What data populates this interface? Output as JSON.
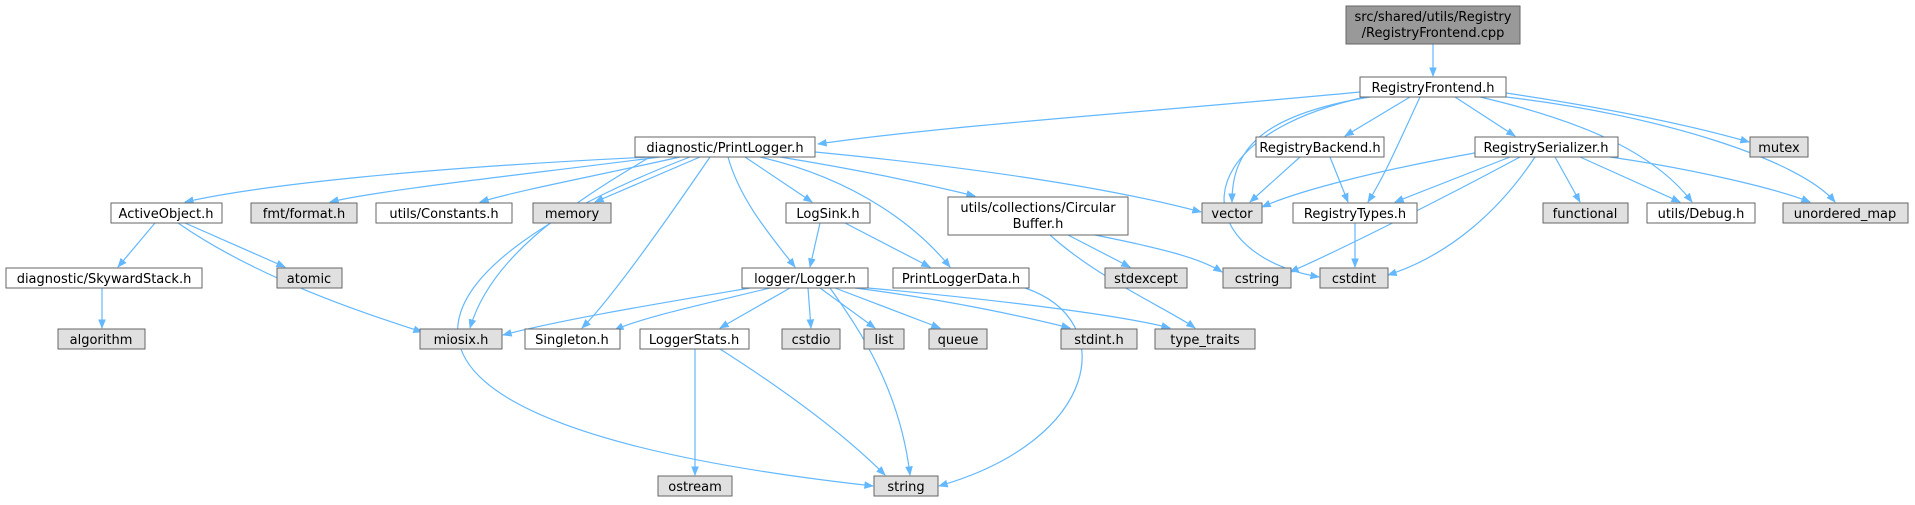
{
  "colors": {
    "root_fill": "#999999",
    "header_fill": "#ffffff",
    "system_fill": "#e0e0e0",
    "border": "#666666",
    "edge": "#63b8ff"
  },
  "nodes": {
    "root": {
      "line1": "src/shared/utils/Registry",
      "line2": "/RegistryFrontend.cpp"
    },
    "registry_frontend": "RegistryFrontend.h",
    "print_logger": "diagnostic/PrintLogger.h",
    "registry_backend": "RegistryBackend.h",
    "registry_serializer": "RegistrySerializer.h",
    "mutex": "mutex",
    "active_object": "ActiveObject.h",
    "fmt_format": "fmt/format.h",
    "utils_constants": "utils/Constants.h",
    "memory": "memory",
    "logsink": "LogSink.h",
    "circular_buffer": {
      "line1": "utils/collections/Circular",
      "line2": "Buffer.h"
    },
    "vector": "vector",
    "registry_types": "RegistryTypes.h",
    "functional": "functional",
    "utils_debug": "utils/Debug.h",
    "unordered_map": "unordered_map",
    "skyward_stack": "diagnostic/SkywardStack.h",
    "atomic": "atomic",
    "logger": "logger/Logger.h",
    "print_logger_data": "PrintLoggerData.h",
    "stdexcept": "stdexcept",
    "cstring": "cstring",
    "cstdint": "cstdint",
    "algorithm": "algorithm",
    "miosix": "miosix.h",
    "singleton": "Singleton.h",
    "logger_stats": "LoggerStats.h",
    "cstdio": "cstdio",
    "list": "list",
    "queue": "queue",
    "stdint": "stdint.h",
    "type_traits": "type_traits",
    "ostream": "ostream",
    "string": "string"
  }
}
